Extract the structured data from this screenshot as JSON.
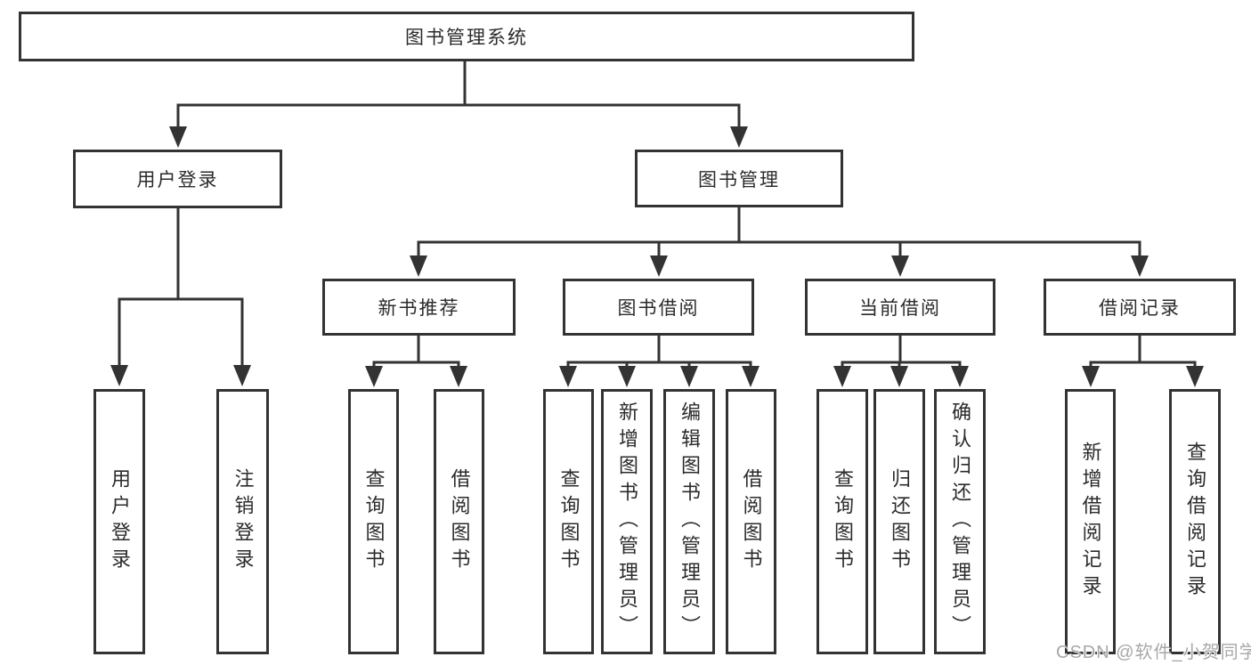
{
  "diagram": {
    "root_label": "图书管理系统",
    "level2": [
      {
        "label": "用户登录",
        "parent": "图书管理系统"
      },
      {
        "label": "图书管理",
        "parent": "图书管理系统"
      }
    ],
    "level3": [
      {
        "label": "新书推荐",
        "parent": "图书管理"
      },
      {
        "label": "图书借阅",
        "parent": "图书管理"
      },
      {
        "label": "当前借阅",
        "parent": "图书管理"
      },
      {
        "label": "借阅记录",
        "parent": "图书管理"
      }
    ],
    "leaves": [
      {
        "label": "用户登录",
        "parent": "用户登录"
      },
      {
        "label": "注销登录",
        "parent": "用户登录"
      },
      {
        "label": "查询图书",
        "parent": "新书推荐"
      },
      {
        "label": "借阅图书",
        "parent": "新书推荐"
      },
      {
        "label": "查询图书",
        "parent": "图书借阅"
      },
      {
        "label": "新增图书（管理员）",
        "parent": "图书借阅"
      },
      {
        "label": "编辑图书（管理员）",
        "parent": "图书借阅"
      },
      {
        "label": "借阅图书",
        "parent": "图书借阅"
      },
      {
        "label": "查询图书",
        "parent": "当前借阅"
      },
      {
        "label": "归还图书",
        "parent": "当前借阅"
      },
      {
        "label": "确认归还（管理员）",
        "parent": "当前借阅"
      },
      {
        "label": "新增借阅记录",
        "parent": "借阅记录"
      },
      {
        "label": "查询借阅记录",
        "parent": "借阅记录"
      }
    ]
  },
  "watermark": {
    "text": "CSDN @软件_小贺同学"
  },
  "colors": {
    "line": "#333333",
    "text": "#2b2b2b",
    "background": "#ffffff",
    "watermark": "#a8a8a8"
  }
}
